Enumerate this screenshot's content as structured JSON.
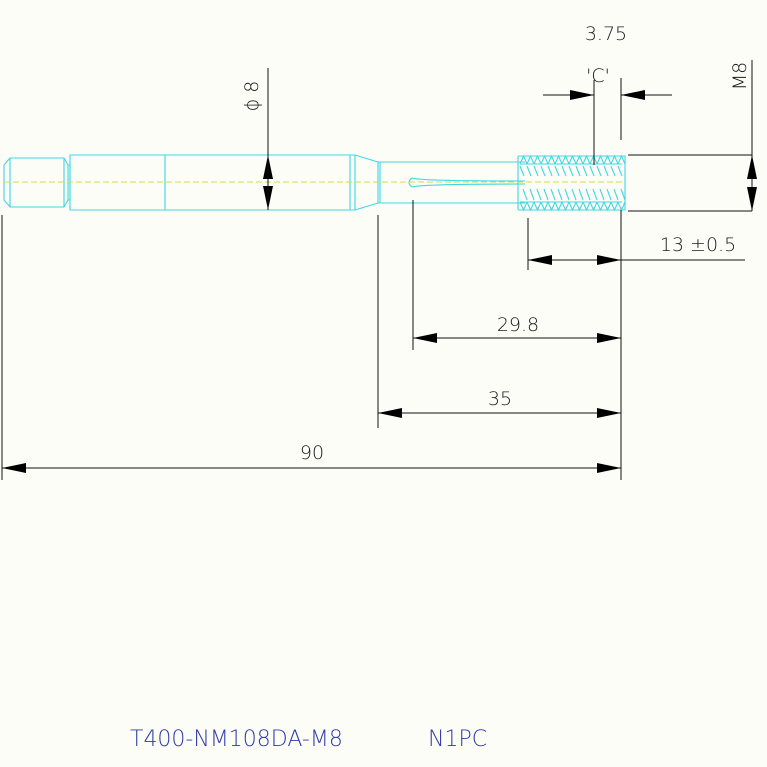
{
  "drawing": {
    "part_number": "T400-NM108DA-M8",
    "quantity": "N1PC",
    "dimensions": {
      "overall_length": "90",
      "shank_to_tip": "35",
      "flute_length": "29.8",
      "thread_length": "13 ±0.5",
      "chamfer_width": "3.75",
      "chamfer_label": "'C'",
      "shank_diameter": "ϕ 8",
      "thread_size": "M8"
    }
  }
}
